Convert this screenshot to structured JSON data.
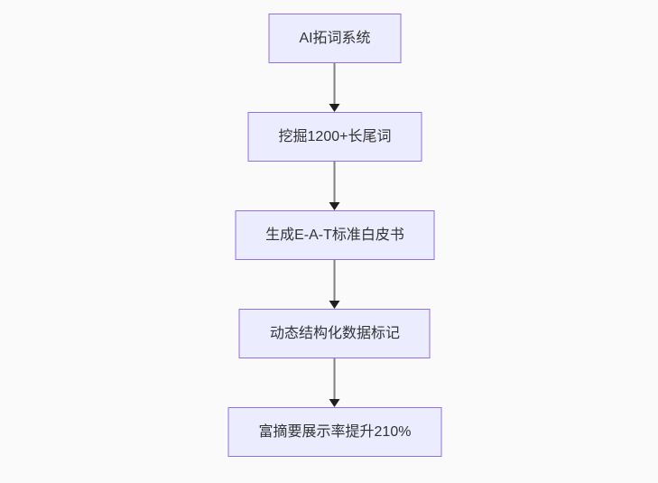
{
  "diagram": {
    "type": "flowchart-top-down",
    "nodes": [
      {
        "id": "n1",
        "label": "AI拓词系统"
      },
      {
        "id": "n2",
        "label": "挖掘1200+长尾词"
      },
      {
        "id": "n3",
        "label": "生成E-A-T标准白皮书"
      },
      {
        "id": "n4",
        "label": "动态结构化数据标记"
      },
      {
        "id": "n5",
        "label": "富摘要展示率提升210%"
      }
    ],
    "edges": [
      {
        "from": "n1",
        "to": "n2"
      },
      {
        "from": "n2",
        "to": "n3"
      },
      {
        "from": "n3",
        "to": "n4"
      },
      {
        "from": "n4",
        "to": "n5"
      }
    ],
    "colors": {
      "canvas_background": "#fafafa",
      "node_fill": "#ececff",
      "node_border": "#9370db",
      "node_text": "#333333",
      "edge_line": "#808080",
      "edge_arrowhead": "#1f1f1f"
    }
  }
}
